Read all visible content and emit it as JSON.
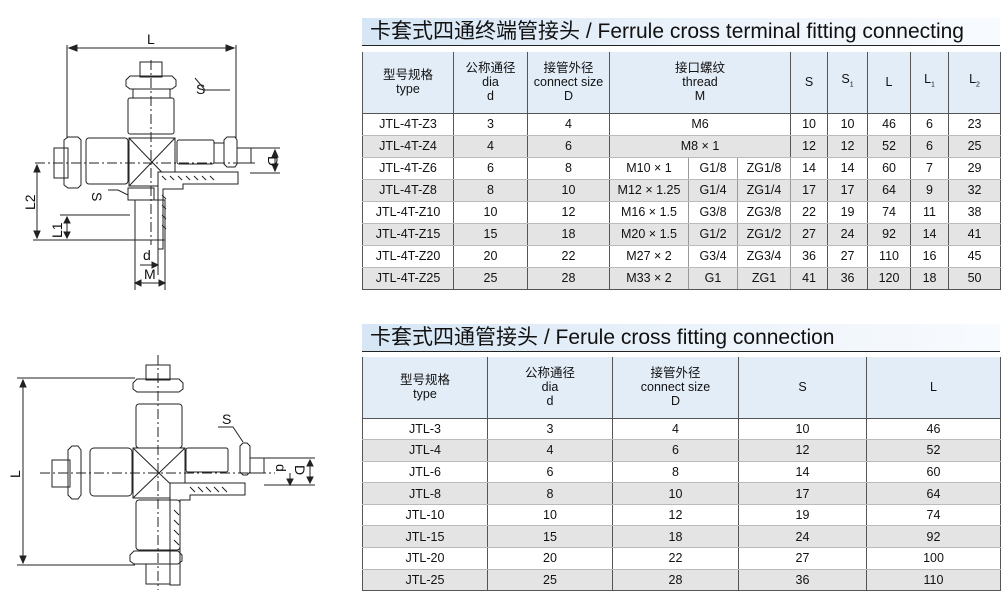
{
  "terminal": {
    "title": "卡套式四通终端管接头 / Ferrule cross terminal fitting connecting",
    "headers": {
      "type_cn": "型号规格",
      "type_en": "type",
      "dia_cn": "公称通径",
      "dia_en": "dia",
      "dia_sym": "d",
      "conn_cn": "接管外径",
      "conn_en": "connect size",
      "conn_sym": "D",
      "thread_cn": "接口螺纹",
      "thread_en": "thread",
      "thread_sym": "M",
      "S": "S",
      "S1": "S",
      "S1_sub": "1",
      "L": "L",
      "L1": "L",
      "L1_sub": "1",
      "L2": "L",
      "L2_sub": "2"
    },
    "rows": [
      {
        "type": "JTL-4T-Z3",
        "d": "3",
        "D": "4",
        "thread": [
          "M6"
        ],
        "S": "10",
        "S1": "10",
        "L": "46",
        "L1": "6",
        "L2": "23"
      },
      {
        "type": "JTL-4T-Z4",
        "d": "4",
        "D": "6",
        "thread": [
          "M8 × 1"
        ],
        "S": "12",
        "S1": "12",
        "L": "52",
        "L1": "6",
        "L2": "25"
      },
      {
        "type": "JTL-4T-Z6",
        "d": "6",
        "D": "8",
        "thread": [
          "M10 × 1",
          "G1/8",
          "ZG1/8"
        ],
        "S": "14",
        "S1": "14",
        "L": "60",
        "L1": "7",
        "L2": "29"
      },
      {
        "type": "JTL-4T-Z8",
        "d": "8",
        "D": "10",
        "thread": [
          "M12 × 1.25",
          "G1/4",
          "ZG1/4"
        ],
        "S": "17",
        "S1": "17",
        "L": "64",
        "L1": "9",
        "L2": "32"
      },
      {
        "type": "JTL-4T-Z10",
        "d": "10",
        "D": "12",
        "thread": [
          "M16 × 1.5",
          "G3/8",
          "ZG3/8"
        ],
        "S": "22",
        "S1": "19",
        "L": "74",
        "L1": "11",
        "L2": "38"
      },
      {
        "type": "JTL-4T-Z15",
        "d": "15",
        "D": "18",
        "thread": [
          "M20 × 1.5",
          "G1/2",
          "ZG1/2"
        ],
        "S": "27",
        "S1": "24",
        "L": "92",
        "L1": "14",
        "L2": "41"
      },
      {
        "type": "JTL-4T-Z20",
        "d": "20",
        "D": "22",
        "thread": [
          "M27 × 2",
          "G3/4",
          "ZG3/4"
        ],
        "S": "36",
        "S1": "27",
        "L": "110",
        "L1": "16",
        "L2": "45"
      },
      {
        "type": "JTL-4T-Z25",
        "d": "25",
        "D": "28",
        "thread": [
          "M33 × 2",
          "G1",
          "ZG1"
        ],
        "S": "41",
        "S1": "36",
        "L": "120",
        "L1": "18",
        "L2": "50"
      }
    ]
  },
  "cross": {
    "title": "卡套式四通管接头 / Ferule cross fitting connection",
    "headers": {
      "type_cn": "型号规格",
      "type_en": "type",
      "dia_cn": "公称通径",
      "dia_en": "dia",
      "dia_sym": "d",
      "conn_cn": "接管外径",
      "conn_en": "connect size",
      "conn_sym": "D",
      "S": "S",
      "L": "L"
    },
    "rows": [
      {
        "type": "JTL-3",
        "d": "3",
        "D": "4",
        "S": "10",
        "L": "46"
      },
      {
        "type": "JTL-4",
        "d": "4",
        "D": "6",
        "S": "12",
        "L": "52"
      },
      {
        "type": "JTL-6",
        "d": "6",
        "D": "8",
        "S": "14",
        "L": "60"
      },
      {
        "type": "JTL-8",
        "d": "8",
        "D": "10",
        "S": "17",
        "L": "64"
      },
      {
        "type": "JTL-10",
        "d": "10",
        "D": "12",
        "S": "19",
        "L": "74"
      },
      {
        "type": "JTL-15",
        "d": "15",
        "D": "18",
        "S": "24",
        "L": "92"
      },
      {
        "type": "JTL-20",
        "d": "20",
        "D": "22",
        "S": "27",
        "L": "100"
      },
      {
        "type": "JTL-25",
        "d": "25",
        "D": "28",
        "S": "36",
        "L": "110"
      }
    ]
  },
  "drawing_top": {
    "L": "L",
    "S_top": "S",
    "S_side": "S",
    "D": "D",
    "L2": "L2",
    "L1": "L1",
    "d": "d",
    "M": "M"
  },
  "drawing_bottom": {
    "L": "L",
    "S": "S",
    "d": "d",
    "D": "D"
  }
}
